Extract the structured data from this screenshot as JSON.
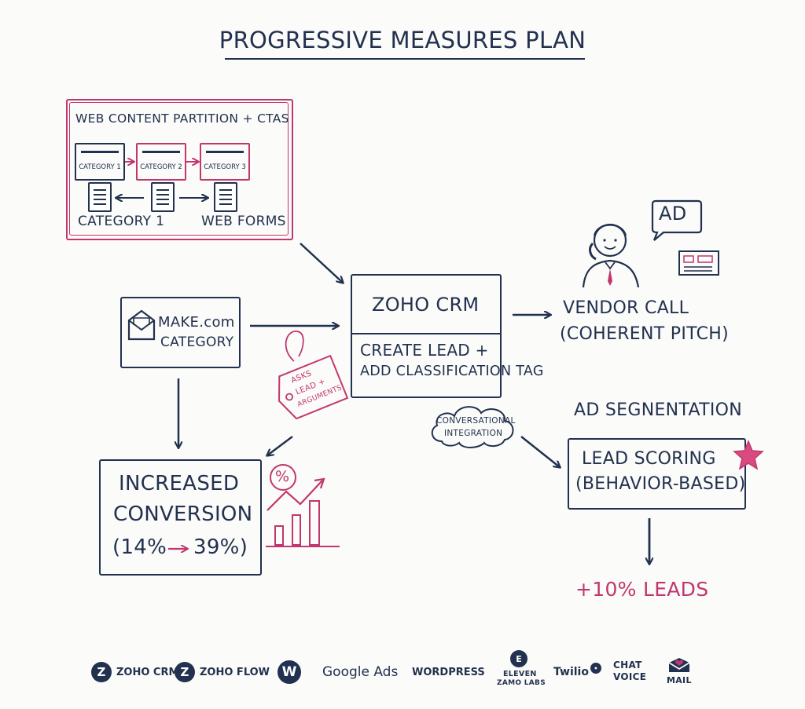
{
  "title": "PROGRESSIVE MEASURES PLAN",
  "web_content": {
    "heading": "WEB CONTENT PARTITION + CTAS",
    "categories": [
      "CATEGORY 1",
      "CATEGORY 2",
      "CATEGORY 3"
    ],
    "left_label": "CATEGORY 1",
    "right_label": "WEB FORMS"
  },
  "make": {
    "line1": "MAKE.com",
    "line2": "CATEGORY"
  },
  "tag": {
    "lines": [
      "ASKS",
      "LEAD +",
      "ARGUMENTS"
    ]
  },
  "crm": {
    "title": "ZOHO CRM",
    "line1": "CREATE LEAD +",
    "line2": "ADD CLASSIFICATION TAG"
  },
  "vendor": {
    "bubble": "AD",
    "line1": "VENDOR CALL",
    "line2": "(COHERENT PITCH)"
  },
  "cloud": {
    "line1": "CONVERSATIONAL",
    "line2": "INTEGRATION"
  },
  "segmentation": {
    "heading": "AD SEGNENTATION",
    "line1": "LEAD SCORING",
    "line2": "(BEHAVIOR-BASED)"
  },
  "conversion": {
    "line1": "INCREASED",
    "line2": "CONVERSION",
    "from": "(14%",
    "to": "39%)",
    "percent_badge": "%"
  },
  "leads_result": "+10% LEADS",
  "logos": {
    "zoho_crm": "ZOHO CRM",
    "zoho_flow": "ZOHO FLOW",
    "google_ads": "Google Ads",
    "wordpress": "WORDPRESS",
    "eleven_1": "ELEVEN",
    "eleven_2": "ZAMO LABS",
    "twilio": "Twilio",
    "chat_1": "CHAT",
    "chat_2": "VOICE",
    "mail": "MAIL"
  },
  "colors": {
    "navy": "#22314f",
    "pink": "#c2366e",
    "background": "#fbfbf9"
  }
}
